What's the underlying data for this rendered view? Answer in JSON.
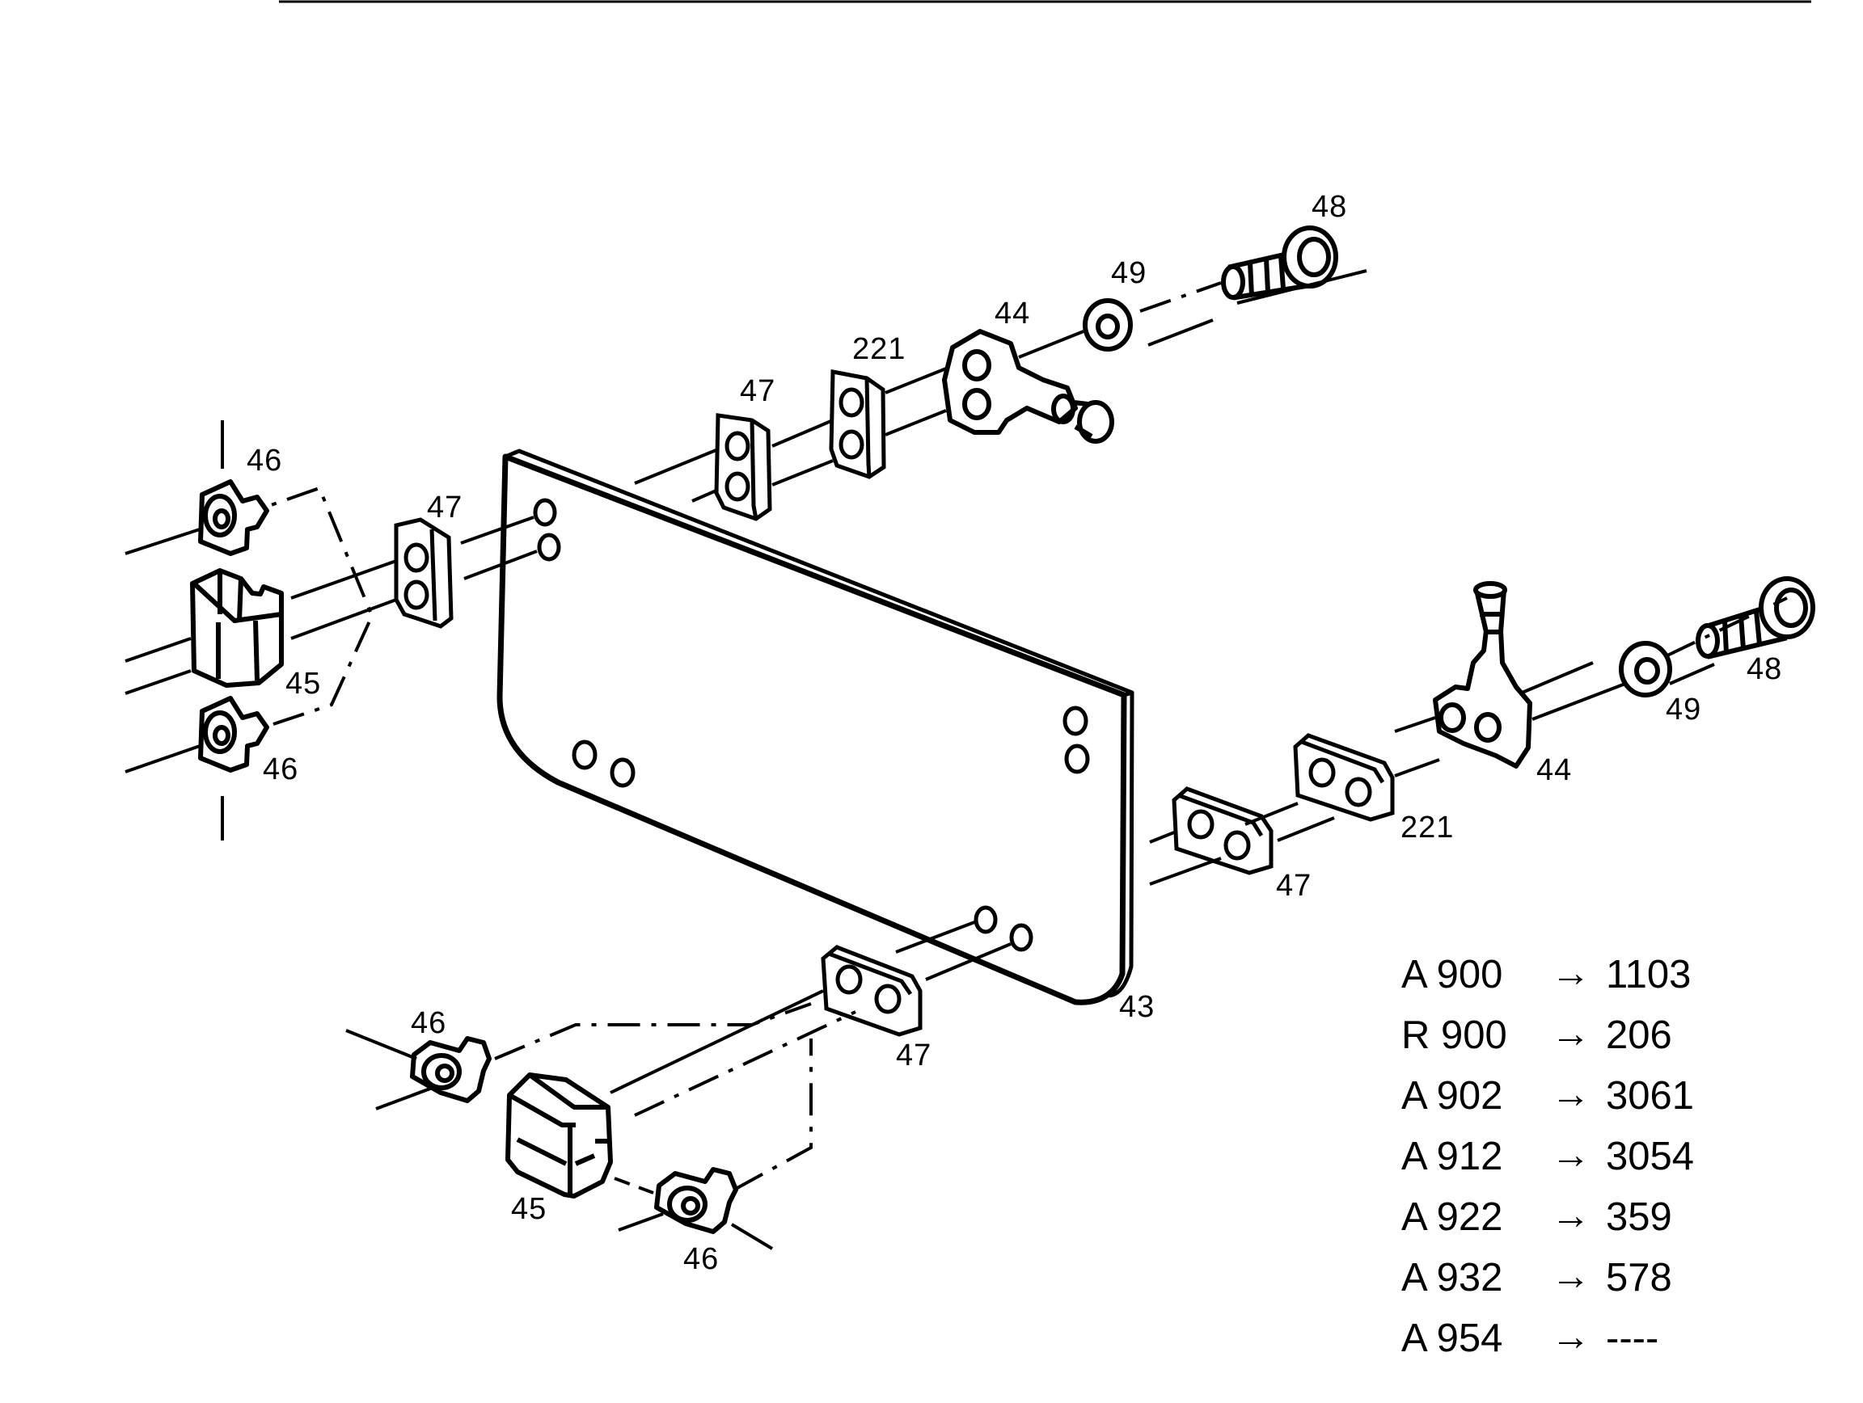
{
  "colors": {
    "ink": "#000000",
    "paper": "#ffffff"
  },
  "callouts": {
    "p48_top": "48",
    "p49_top": "49",
    "p44_top": "44",
    "p221_top": "221",
    "p47_top": "47",
    "p46_left_top": "46",
    "p47_left": "47",
    "p45_left": "45",
    "p46_left_bottom": "46",
    "p48_right": "48",
    "p49_right": "49",
    "p44_right": "44",
    "p221_right": "221",
    "p47_right": "47",
    "p43": "43",
    "p47_bottom": "47",
    "p46_bottom_left": "46",
    "p45_bottom": "45",
    "p46_bottom_right": "46"
  },
  "legend": [
    {
      "model": "A 900",
      "arrow": "→",
      "value": "1103"
    },
    {
      "model": "R 900",
      "arrow": "→",
      "value": "206"
    },
    {
      "model": "A 902",
      "arrow": "→",
      "value": "3061"
    },
    {
      "model": "A 912",
      "arrow": "→",
      "value": "3054"
    },
    {
      "model": "A 922",
      "arrow": "→",
      "value": "359"
    },
    {
      "model": "A 932",
      "arrow": "→",
      "value": "578"
    },
    {
      "model": "A 954",
      "arrow": "→",
      "value": "----"
    }
  ]
}
